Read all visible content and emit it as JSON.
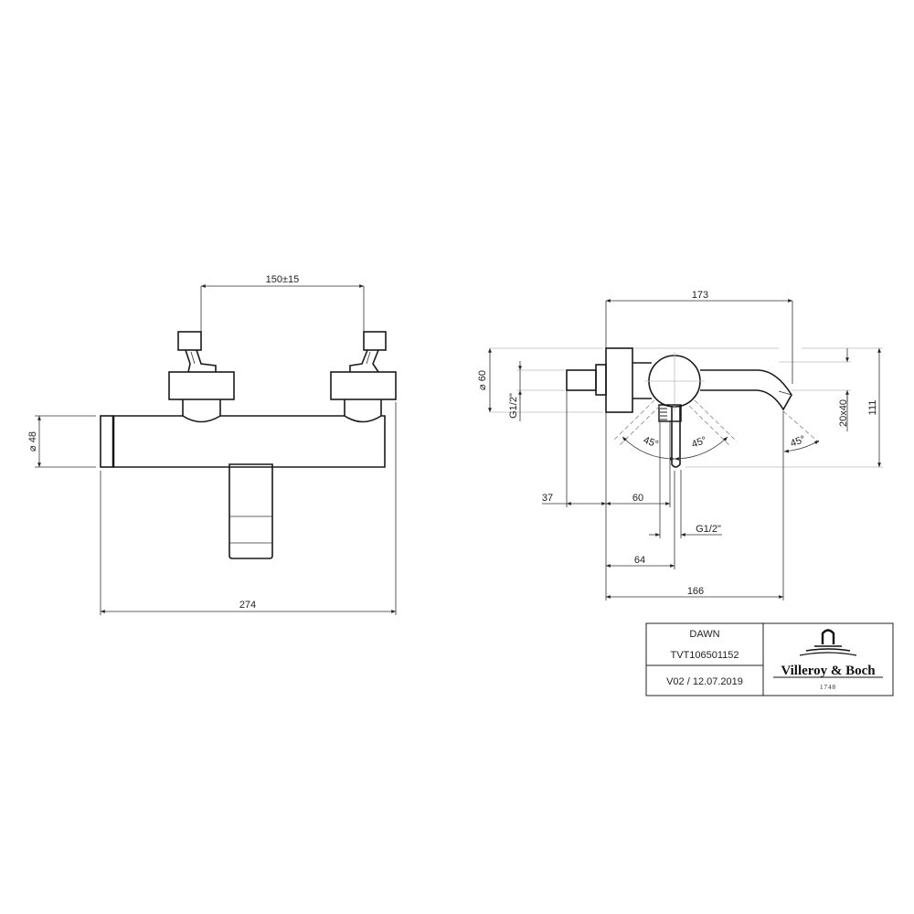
{
  "front_view": {
    "dim_handle_spacing": "150±15",
    "dim_diameter": "⌀ 48",
    "dim_total_length": "274"
  },
  "side_view": {
    "dim_top_width": "173",
    "dim_plate_diameter": "⌀ 60",
    "dim_inlet_thread": "G1/2\"",
    "dim_spout_section": "20x40",
    "dim_height": "111",
    "angle_left": "45°",
    "angle_right": "45°",
    "angle_spout": "45°",
    "dim_inlet_length": "37",
    "dim_body_offset": "60",
    "dim_outlet_thread": "G1/2\"",
    "dim_lever_offset": "64",
    "dim_spout_projection": "166"
  },
  "title_block": {
    "product_name": "DAWN",
    "article_number": "TVT106501152",
    "version_date": "V02 / 12.07.2019",
    "brand": "Villeroy & Boch",
    "brand_year": "1748"
  }
}
